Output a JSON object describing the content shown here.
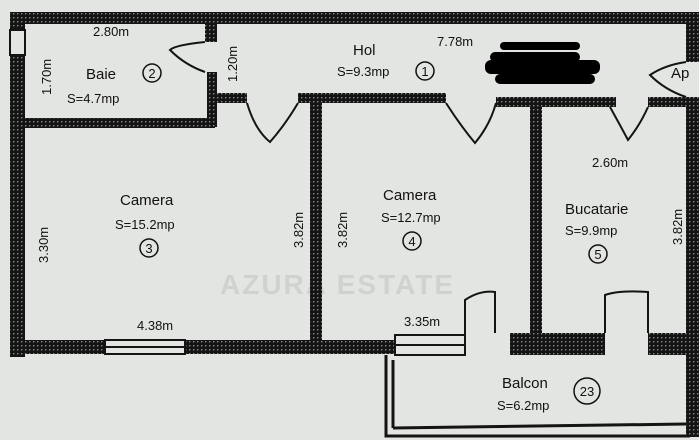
{
  "watermark": "AZURA ESTATE",
  "colors": {
    "paper": "#e3e5e2",
    "wall": "#141414",
    "redaction": "#000000"
  },
  "rooms": [
    {
      "name": "Hol",
      "area": "S=9.3mp",
      "number": "1"
    },
    {
      "name": "Baie",
      "area": "S=4.7mp",
      "number": "2"
    },
    {
      "name": "Camera",
      "area": "S=15.2mp",
      "number": "3"
    },
    {
      "name": "Camera",
      "area": "S=12.7mp",
      "number": "4"
    },
    {
      "name": "Bucatarie",
      "area": "S=9.9mp",
      "number": "5"
    },
    {
      "name": "Balcon",
      "area": "S=6.2mp",
      "number": "23"
    }
  ],
  "entrance_label": "Ap",
  "dimensions": {
    "baie_width": "2.80m",
    "baie_height": "1.70m",
    "hol_door": "1.20m",
    "hol_length": "7.78m",
    "camera3_height": "3.30m",
    "camera3_width": "4.38m",
    "camera3_side": "3.82m",
    "camera4_height": "3.82m",
    "camera4_width": "3.35m",
    "bucatarie_width": "2.60m",
    "bucatarie_height": "3.82m"
  }
}
